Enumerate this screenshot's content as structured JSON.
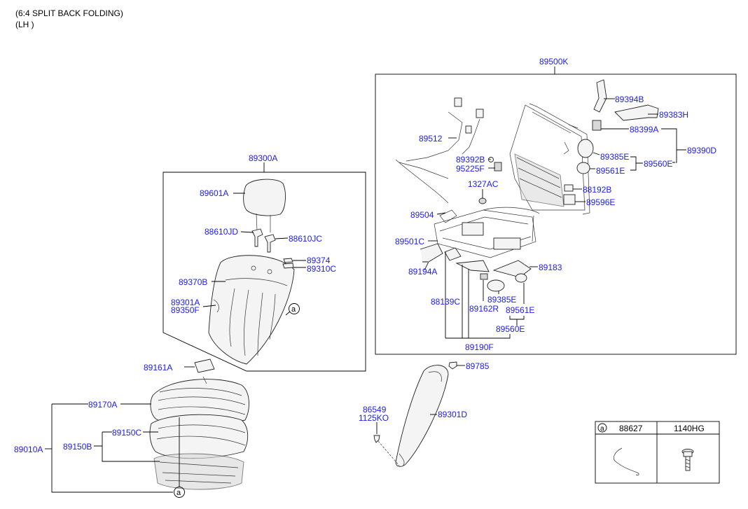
{
  "header": {
    "line1": "(6:4 SPLIT BACK FOLDING)",
    "line2": "(LH )"
  },
  "parts": {
    "p89500K": "89500K",
    "p89394B": "89394B",
    "p89383H": "89383H",
    "p88399A": "88399A",
    "p89385E_a": "89385E",
    "p89390D": "89390D",
    "p89561E_a": "89561E",
    "p89560E_a": "89560E",
    "p89512": "89512",
    "p89392B": "89392B",
    "p95225F": "95225F",
    "p1327AC": "1327AC",
    "p88192B": "88192B",
    "p89596E": "89596E",
    "p89504": "89504",
    "p89501C": "89501C",
    "p89194A": "89194A",
    "p89183": "89183",
    "p88139C": "88139C",
    "p89385E_b": "89385E",
    "p89162R": "89162R",
    "p89561E_b": "89561E",
    "p89560E_b": "89560E",
    "p89190F": "89190F",
    "p89300A": "89300A",
    "p89601A": "89601A",
    "p88610JD": "88610JD",
    "p88610JC": "88610JC",
    "p89374": "89374",
    "p89310C": "89310C",
    "p89370B": "89370B",
    "p89301A": "89301A",
    "p89350F": "89350F",
    "p89161A": "89161A",
    "p89170A": "89170A",
    "p89010A": "89010A",
    "p89150B": "89150B",
    "p89150C": "89150C",
    "p86549": "86549",
    "p1125KO": "1125KO",
    "p89301D": "89301D",
    "p89785": "89785"
  },
  "callout": {
    "a": "a"
  },
  "legend_table": {
    "key": "a",
    "col1": "88627",
    "col2": "1140HG"
  }
}
